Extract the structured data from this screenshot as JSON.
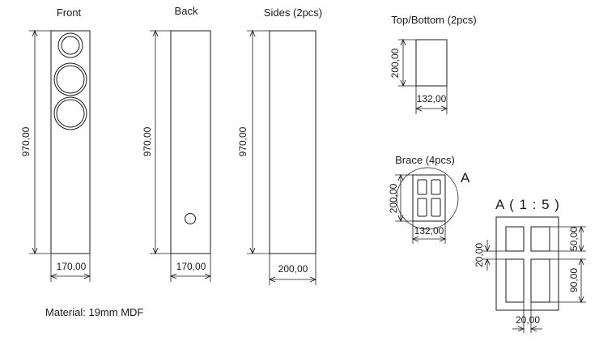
{
  "views": {
    "front": {
      "title": "Front",
      "height_dim": "970,00",
      "width_dim": "170,00"
    },
    "back": {
      "title": "Back",
      "height_dim": "970,00",
      "width_dim": "170,00"
    },
    "sides": {
      "title": "Sides (2pcs)",
      "height_dim": "970,00",
      "width_dim": "200,00"
    },
    "top_bottom": {
      "title": "Top/Bottom (2pcs)",
      "height_dim": "200,00",
      "width_dim": "132,00"
    },
    "brace": {
      "title": "Brace (4pcs)",
      "height_dim": "200,00",
      "width_dim": "132,00",
      "callout": "A"
    },
    "detail": {
      "title": "A ( 1 : 5 )",
      "dim_gap_v": "20,00",
      "dim_top": "50,00",
      "dim_bottom": "90,00",
      "dim_gap_h": "20,00"
    }
  },
  "material": "Material: 19mm MDF"
}
